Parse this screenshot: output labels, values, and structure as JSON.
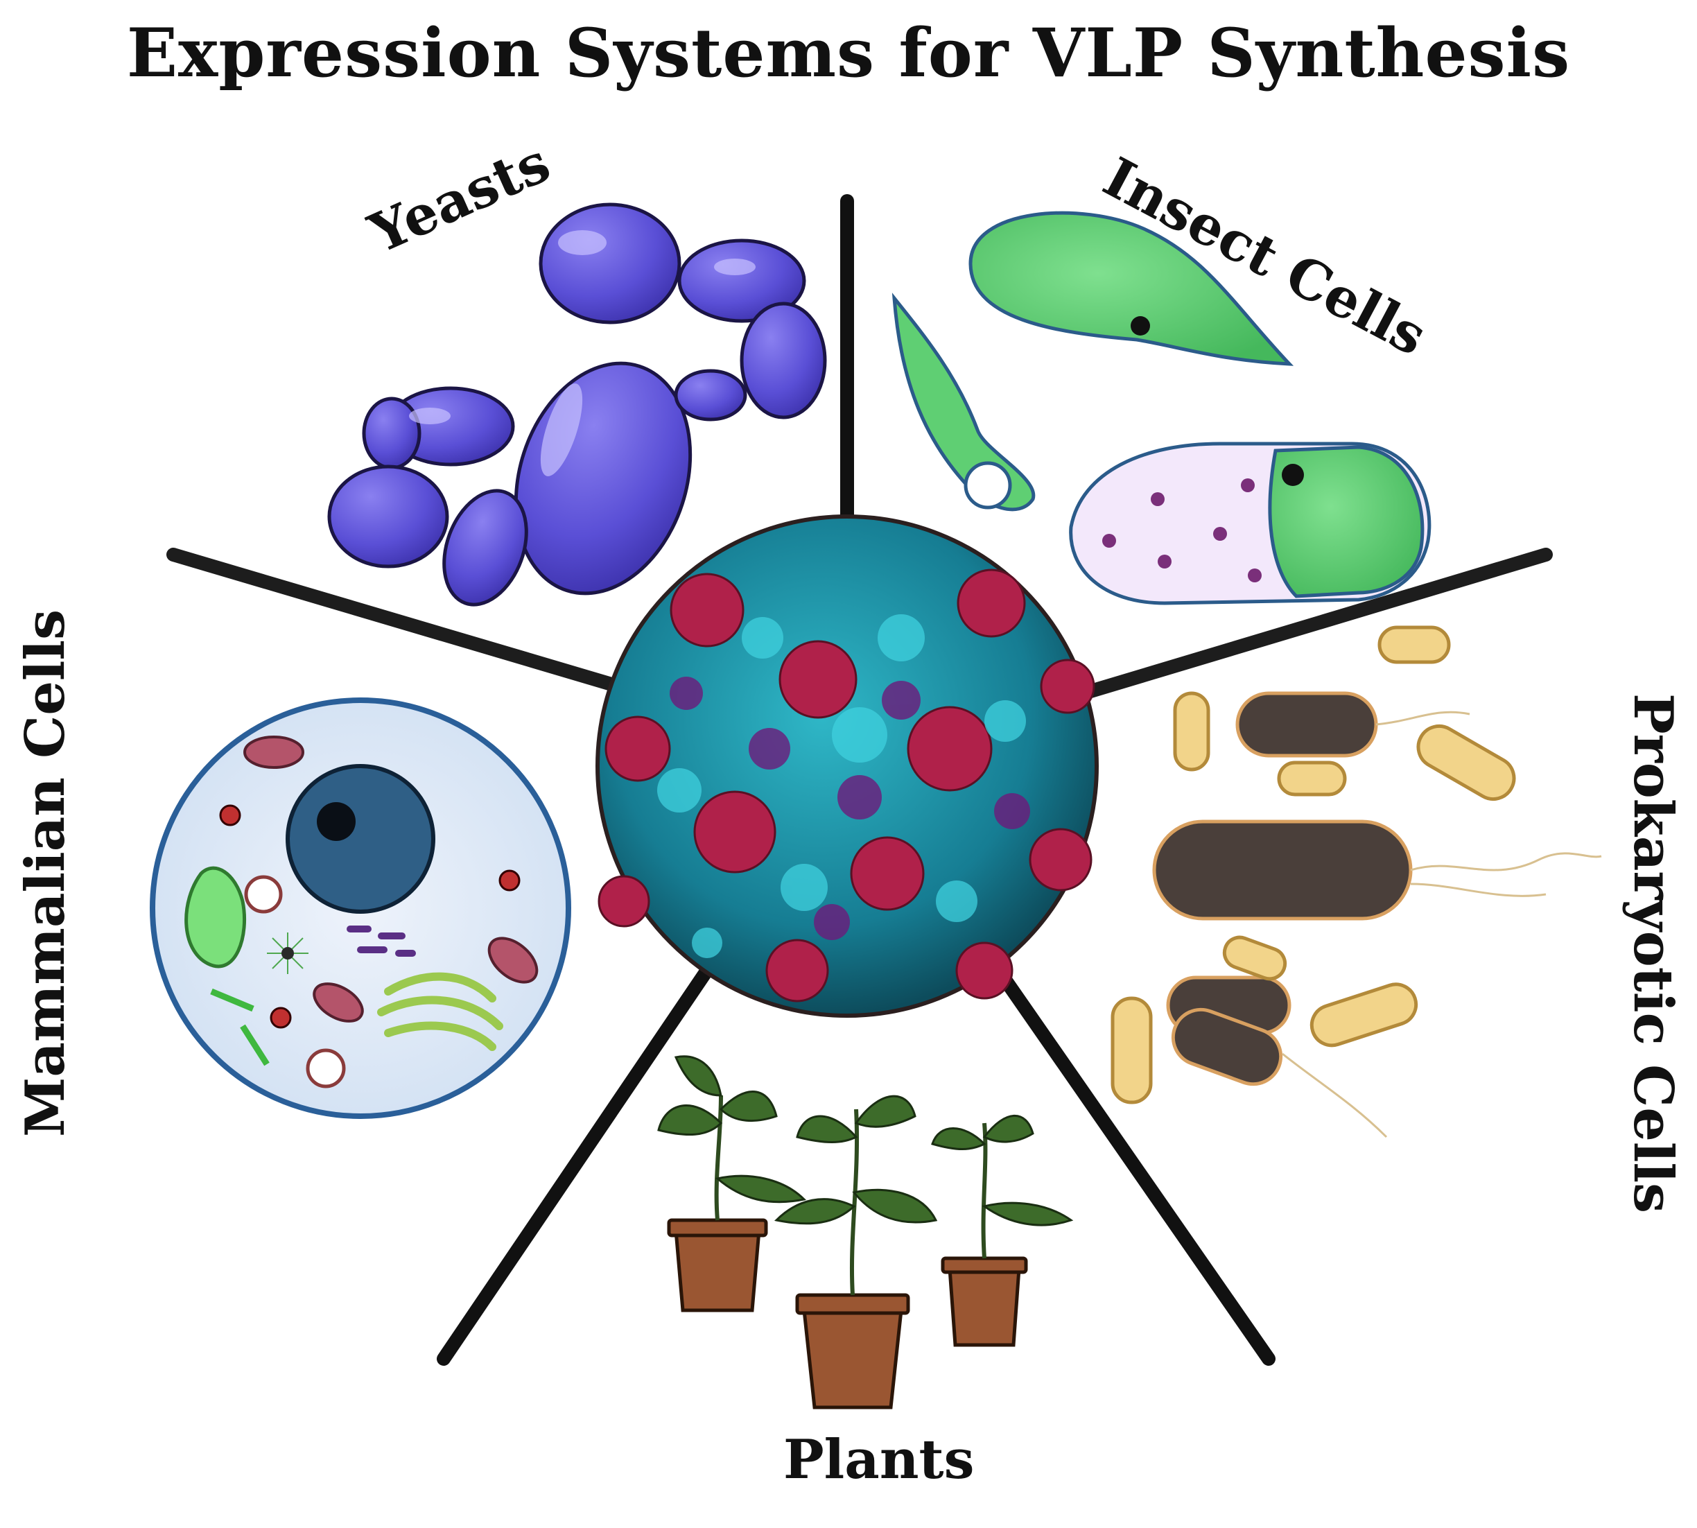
{
  "title": "Expression Systems for VLP  Synthesis",
  "labels": {
    "yeasts": "Yeasts",
    "insect_cells": "Insect Cells",
    "mammalian_cells": "Mammalian Cells",
    "prokaryotic_cells": "Prokaryotic Cells",
    "plants": "Plants"
  },
  "colors": {
    "yeast": "#5a4fd6",
    "insect_cell": "#5fcf73",
    "mammalian_bg": "#dce9f7",
    "vlp_teal": "#1fa3b5",
    "vlp_red": "#b0214a",
    "vlp_purple": "#6d1a7a",
    "bacteria": "#f2d48a",
    "plant_pot": "#9a5632",
    "leaf": "#3d6b2a"
  },
  "icons": {
    "center": "virus-like-particle-icon",
    "yeast": "yeast-cell-icon",
    "insect": "insect-cell-icon",
    "mammal": "mammalian-cell-icon",
    "bacteria": "bacterium-icon",
    "plant": "potted-plant-icon"
  }
}
